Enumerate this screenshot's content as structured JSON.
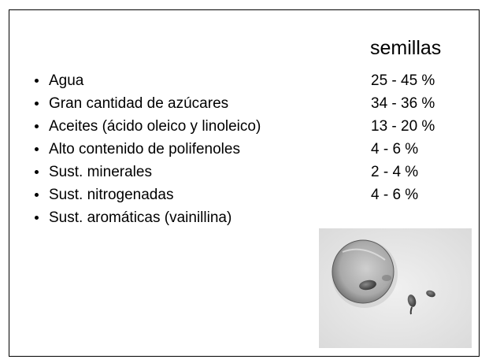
{
  "heading": "semillas",
  "items": [
    {
      "label": "Agua",
      "value": "25 - 45 %"
    },
    {
      "label": "Gran cantidad de azúcares",
      "value": "34 - 36 %"
    },
    {
      "label": "Aceites (ácido oleico y linoleico)",
      "value": "13 - 20 %"
    },
    {
      "label": "Alto contenido de polifenoles",
      "value": "4 - 6 %"
    },
    {
      "label": "Sust. minerales",
      "value": "2 - 4 %"
    },
    {
      "label": "Sust. nitrogenadas",
      "value": "4 - 6 %"
    },
    {
      "label": "Sust. aromáticas (vainillina)",
      "value": ""
    }
  ],
  "colors": {
    "text": "#000000",
    "background": "#ffffff",
    "photo_background": "#e6e6e6"
  }
}
